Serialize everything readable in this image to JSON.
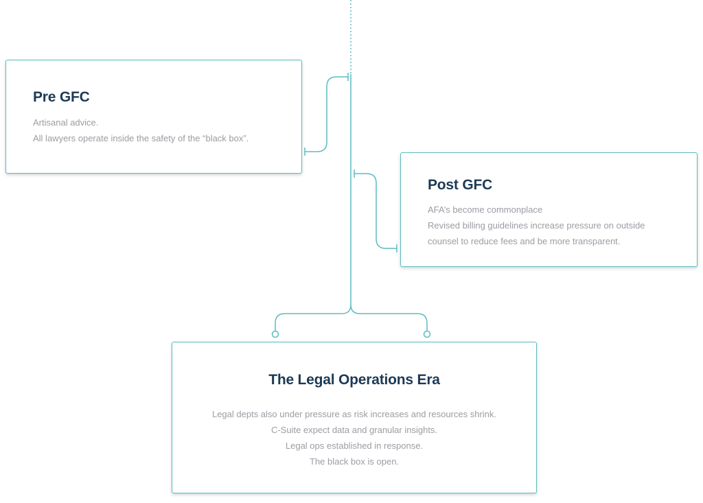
{
  "cards": {
    "pre_gfc": {
      "title": "Pre GFC",
      "lines": [
        "Artisanal advice.",
        "All lawyers operate inside the safety of the “black box”."
      ]
    },
    "post_gfc": {
      "title": "Post GFC",
      "lines": [
        "AFA’s become commonplace",
        "Revised billing guidelines increase pressure on outside",
        "counsel to reduce fees and be more transparent."
      ]
    },
    "legal_ops_era": {
      "title": "The Legal Operations Era",
      "lines": [
        "Legal depts also under pressure as risk increases and resources shrink.",
        "C-Suite expect data and granular insights.",
        "Legal ops established in response.",
        "The black box is open."
      ]
    }
  },
  "colors": {
    "connector": "#5bbcc0",
    "title": "#1c3a55",
    "body_text": "#9c9ca4"
  }
}
